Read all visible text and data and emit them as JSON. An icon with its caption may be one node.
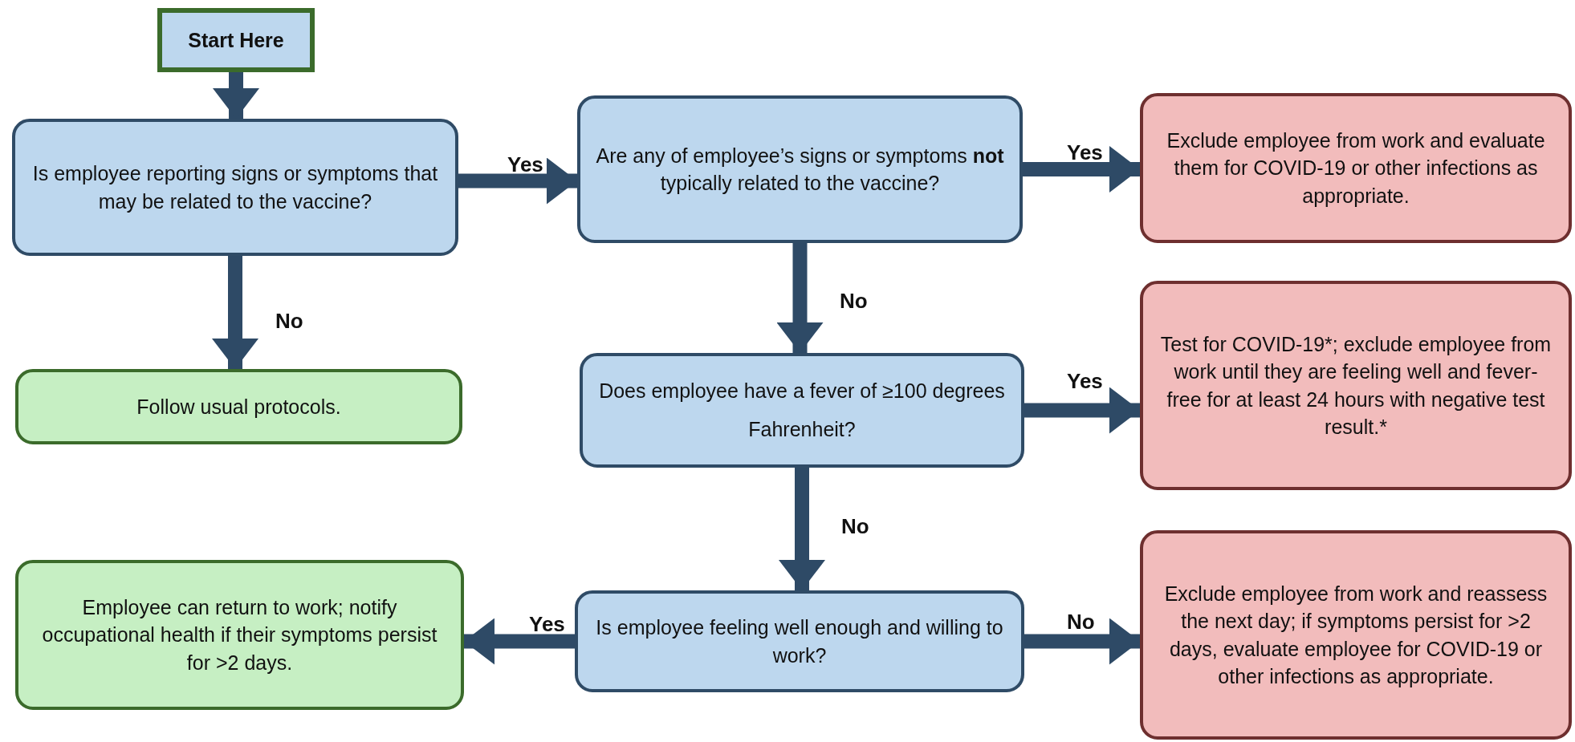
{
  "diagram": {
    "nodes": [
      {
        "text": [
          "Start Here"
        ]
      },
      {
        "text": [
          "Is employee reporting signs or symptoms that may be related to the vaccine?"
        ]
      },
      {
        "text": [
          "Follow usual protocols."
        ]
      },
      {
        "text": [
          "Are any of employee’s signs or symptoms **not** typically related to the vaccine?"
        ]
      },
      {
        "text": [
          "Exclude employee from work and evaluate them for COVID-19 or other infections as appropriate."
        ]
      },
      {
        "text": [
          "Does employee have a fever of ≥100 degrees Fahrenheit?"
        ]
      },
      {
        "text": [
          "Test for COVID-19*; exclude employee from work until they are feeling well and fever-free for at least 24 hours with negative test result.*"
        ]
      },
      {
        "text": [
          "Employee can return to work; notify occupational health if their symptoms persist for >2 days."
        ]
      },
      {
        "text": [
          "Is employee feeling well enough and willing to work?"
        ]
      },
      {
        "text": [
          "Exclude employee from work and reassess the next day; if symptoms persist for >2 days, evaluate employee for COVID-19 or other infections as appropriate."
        ]
      }
    ],
    "edges": [
      {
        "from": 0,
        "to": 1,
        "arrow": "to"
      },
      {
        "from": 1,
        "to": 3,
        "arrow": "to",
        "label": "Yes"
      },
      {
        "from": 1,
        "to": 2,
        "arrow": "to",
        "label": "No"
      },
      {
        "from": 3,
        "to": 4,
        "arrow": "to",
        "label": "Yes"
      },
      {
        "from": 3,
        "to": 5,
        "arrow": "to",
        "label": "No"
      },
      {
        "from": 5,
        "to": 6,
        "arrow": "to",
        "label": "Yes"
      },
      {
        "from": 5,
        "to": 8,
        "arrow": "to",
        "label": "No"
      },
      {
        "from": 8,
        "to": 7,
        "arrow": "to",
        "label": "Yes"
      },
      {
        "from": 8,
        "to": 9,
        "arrow": "to",
        "label": "No"
      }
    ]
  }
}
